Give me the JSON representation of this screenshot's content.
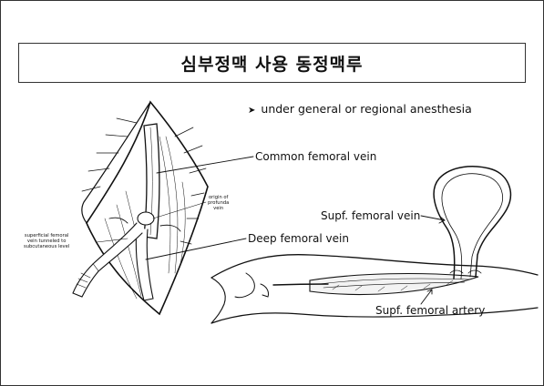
{
  "slide": {
    "title": "심부정맥 사용 동정맥루",
    "bullet": "under general or regional anesthesia"
  },
  "left_figure": {
    "labels": {
      "common_femoral_vein": "Common femoral vein",
      "deep_femoral_vein": "Deep femoral vein",
      "origin_profunda": [
        "origin of",
        "profunda",
        "vein"
      ],
      "superficial_tunneled": [
        "superficial femoral",
        "vein tunneled to",
        "subcutaneous level"
      ]
    }
  },
  "right_figure": {
    "labels": {
      "supf_femoral_vein": "Supf. femoral vein",
      "supf_femoral_artery": "Supf. femoral artery"
    }
  }
}
